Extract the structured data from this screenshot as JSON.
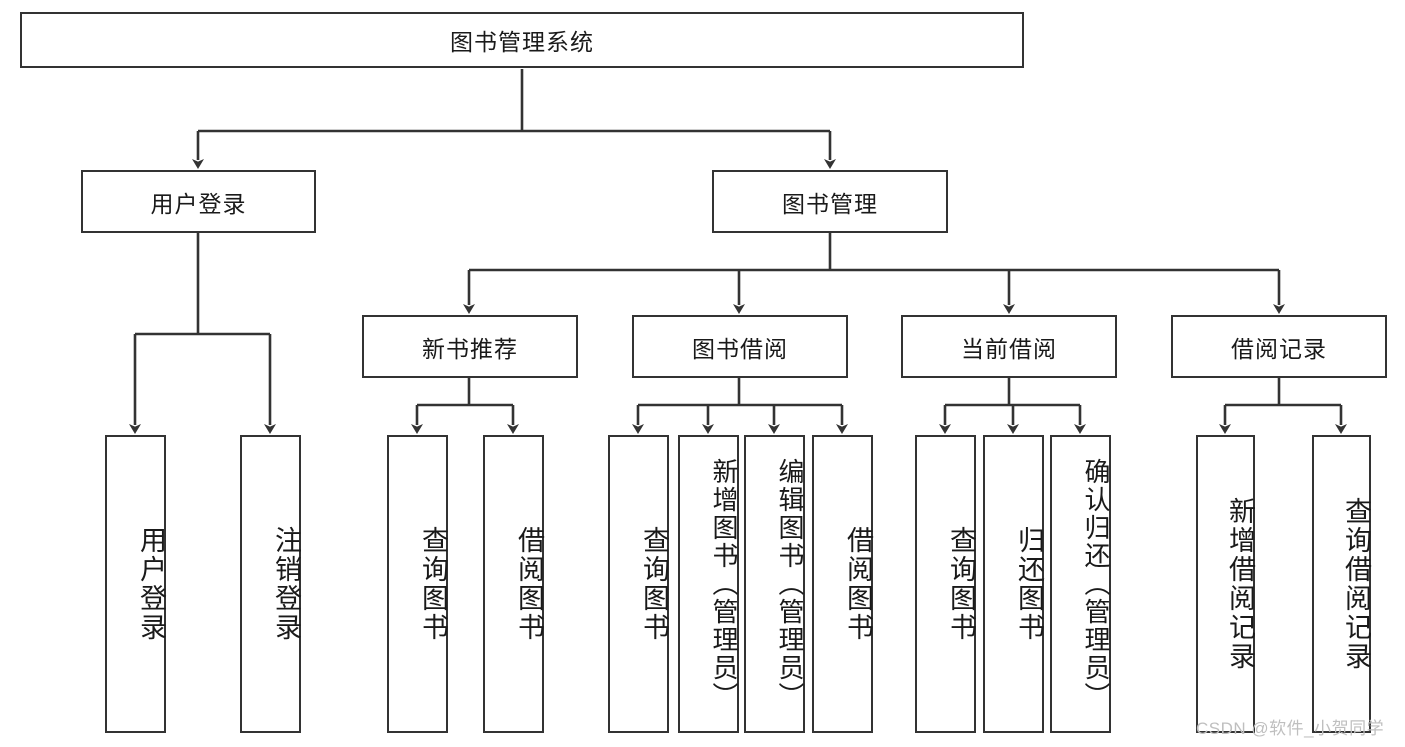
{
  "diagram": {
    "title_node": {
      "label": "图书管理系统"
    },
    "level2": [
      {
        "label": "用户登录"
      },
      {
        "label": "图书管理"
      }
    ],
    "level3": [
      {
        "label": "新书推荐"
      },
      {
        "label": "图书借阅"
      },
      {
        "label": "当前借阅"
      },
      {
        "label": "借阅记录"
      }
    ],
    "leaves": [
      {
        "label": "用户登录"
      },
      {
        "label": "注销登录"
      },
      {
        "label": "查询图书"
      },
      {
        "label": "借阅图书"
      },
      {
        "label": "查询图书"
      },
      {
        "label": "新增图书（管理员）"
      },
      {
        "label": "编辑图书（管理员）"
      },
      {
        "label": "借阅图书"
      },
      {
        "label": "查询图书"
      },
      {
        "label": "归还图书"
      },
      {
        "label": "确认归还（管理员）"
      },
      {
        "label": "新增借阅记录"
      },
      {
        "label": "查询借阅记录"
      }
    ],
    "watermark": "CSDN @软件_小贺同学",
    "colors": {
      "stroke": "#333333",
      "background": "#ffffff",
      "text": "#1a1a1a",
      "watermark": "#bfbfbf"
    }
  }
}
